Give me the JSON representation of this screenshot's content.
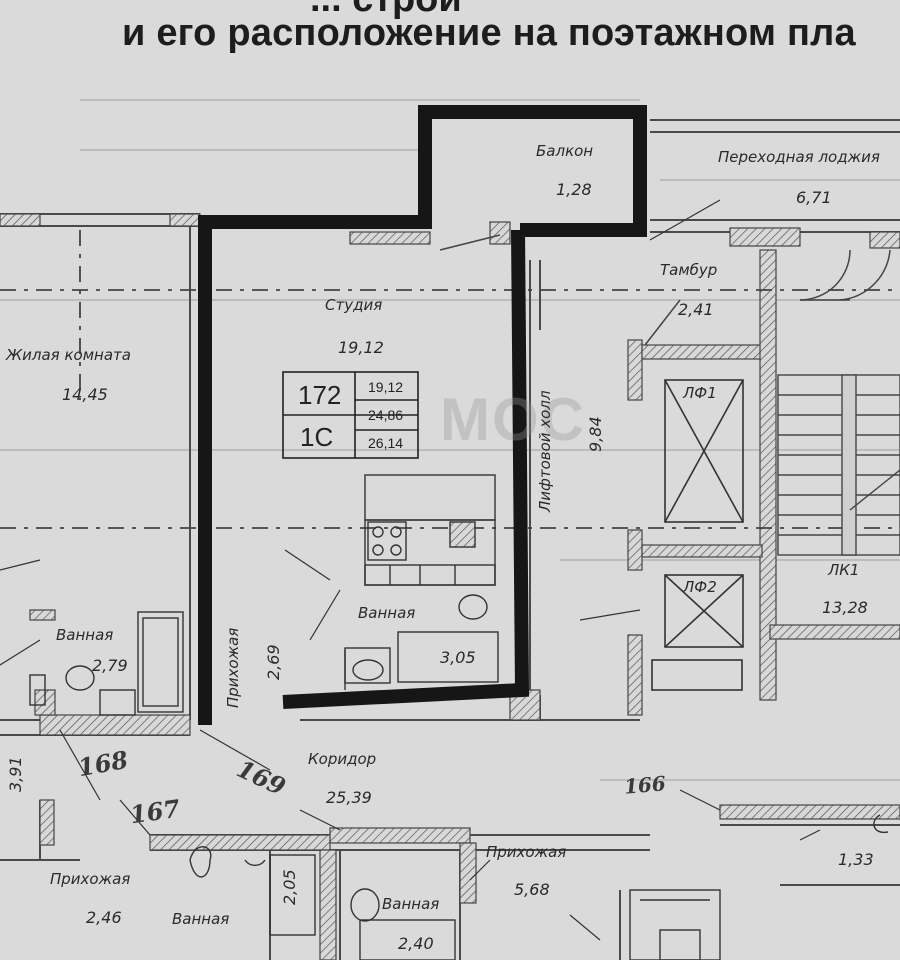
{
  "header": {
    "line1": "... строи",
    "line2": "и его расположение на поэтажном пла"
  },
  "rooms": {
    "balcony": {
      "name": "Балкон",
      "area": "1,28"
    },
    "passage_loggia": {
      "name": "Переходная лоджия",
      "area": "6,71"
    },
    "vestibule": {
      "name": "Тамбур",
      "area": "2,41"
    },
    "studio": {
      "name": "Студия",
      "area": "19,12"
    },
    "living_room": {
      "name": "Жилая комната",
      "area": "14,45"
    },
    "elevator_hall": {
      "name": "Лифтовой холл",
      "area": "9,84"
    },
    "bathroom_main": {
      "name": "Ванная",
      "area": "3,05"
    },
    "hallway_main": {
      "name": "Прихожая",
      "area": "2,69"
    },
    "bathroom_left": {
      "name": "Ванная",
      "area": "2,79"
    },
    "corridor": {
      "name": "Коридор",
      "area": "25,39"
    },
    "stair": {
      "name": "ЛК1",
      "area": "13,28"
    },
    "lift1": {
      "name": "ЛФ1"
    },
    "lift2": {
      "name": "ЛФ2"
    },
    "left_area": {
      "area": "3,91"
    },
    "hallway_bl": {
      "name": "Прихожая",
      "area": "2,46"
    },
    "bathroom_bl": {
      "name": "Ванная",
      "area": "2,05"
    },
    "bathroom_bm": {
      "name": "Ванная",
      "area": "2,40"
    },
    "hallway_bm": {
      "name": "Прихожая",
      "area": "5,68"
    },
    "bottom_right": {
      "area": "1,33"
    }
  },
  "apartment_table": {
    "number": "172",
    "type": "1С",
    "living_area": "19,12",
    "total_area": "24,86",
    "total_area_with_balcony": "26,14"
  },
  "handwritten_numbers": [
    "168",
    "169",
    "167",
    "166"
  ],
  "watermark": "МОС",
  "colors": {
    "background": "#dadada",
    "lines": "#4a4a4a",
    "highlight_wall": "#161616"
  }
}
